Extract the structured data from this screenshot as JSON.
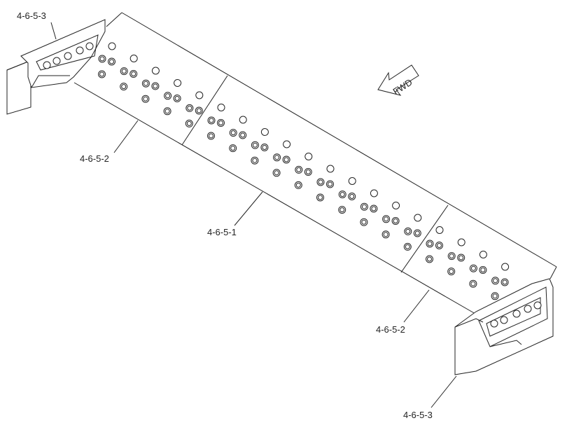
{
  "diagram": {
    "direction_label": "FWD",
    "callouts": [
      {
        "id": "end-bit-left",
        "text": "4-6-5-3"
      },
      {
        "id": "cutting-edge-left",
        "text": "4-6-5-2"
      },
      {
        "id": "cutting-edge-center",
        "text": "4-6-5-1"
      },
      {
        "id": "cutting-edge-right",
        "text": "4-6-5-2"
      },
      {
        "id": "end-bit-right",
        "text": "4-6-5-3"
      }
    ]
  }
}
